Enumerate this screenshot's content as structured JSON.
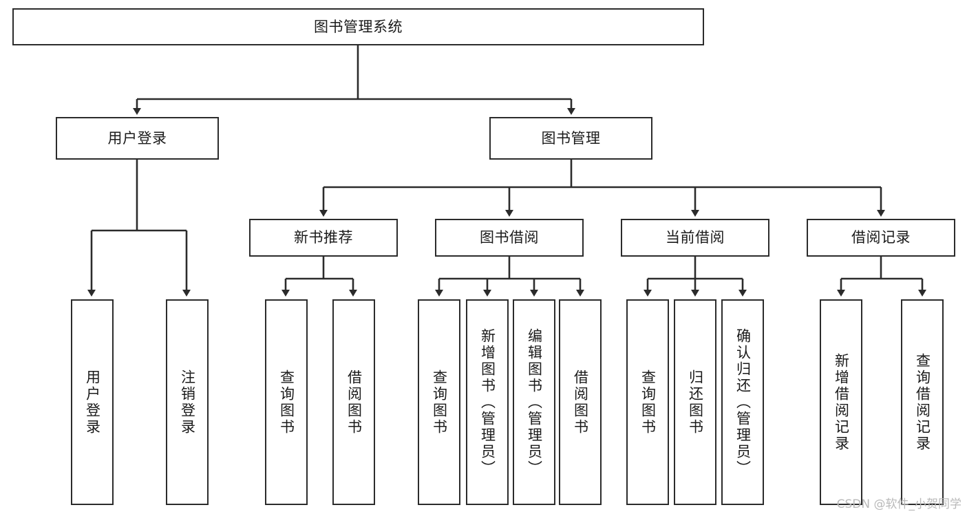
{
  "diagram": {
    "type": "tree-hierarchy",
    "title": "图书管理系统",
    "watermark": "CSDN @软件_小贺同学",
    "colors": {
      "box_border": "#2b2b2b",
      "box_fill": "#ffffff",
      "connector": "#2b2b2b",
      "background": "#ffffff",
      "watermark": "#b9b9b9"
    },
    "root": {
      "label": "图书管理系统"
    },
    "level2": [
      {
        "label": "用户登录"
      },
      {
        "label": "图书管理"
      }
    ],
    "level3": [
      {
        "label": "新书推荐"
      },
      {
        "label": "图书借阅"
      },
      {
        "label": "当前借阅"
      },
      {
        "label": "借阅记录"
      }
    ],
    "leaves": {
      "user_login": [
        {
          "label": "用户登录"
        },
        {
          "label": "注销登录"
        }
      ],
      "new_book_recommend": [
        {
          "label": "查询图书"
        },
        {
          "label": "借阅图书"
        }
      ],
      "book_borrow": [
        {
          "label": "查询图书"
        },
        {
          "label": "新增图书（管理员）"
        },
        {
          "label": "编辑图书（管理员）"
        },
        {
          "label": "借阅图书"
        }
      ],
      "current_borrow": [
        {
          "label": "查询图书"
        },
        {
          "label": "归还图书"
        },
        {
          "label": "确认归还（管理员）"
        }
      ],
      "borrow_record": [
        {
          "label": "新增借阅记录"
        },
        {
          "label": "查询借阅记录"
        }
      ]
    }
  }
}
